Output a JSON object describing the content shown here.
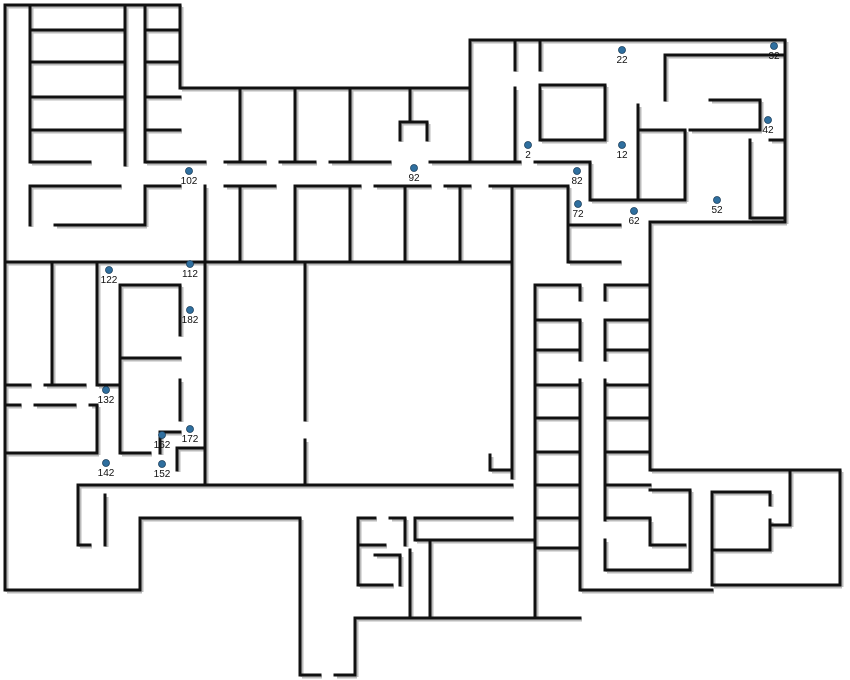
{
  "map": {
    "marker_color": "#2f6f9f",
    "wall_color": "#111111",
    "markers": [
      {
        "label": "2"
      },
      {
        "label": "12"
      },
      {
        "label": "22"
      },
      {
        "label": "32"
      },
      {
        "label": "42"
      },
      {
        "label": "52"
      },
      {
        "label": "62"
      },
      {
        "label": "72"
      },
      {
        "label": "82"
      },
      {
        "label": "92"
      },
      {
        "label": "102"
      },
      {
        "label": "112"
      },
      {
        "label": "122"
      },
      {
        "label": "132"
      },
      {
        "label": "142"
      },
      {
        "label": "152"
      },
      {
        "label": "162"
      },
      {
        "label": "172"
      },
      {
        "label": "182"
      }
    ]
  }
}
